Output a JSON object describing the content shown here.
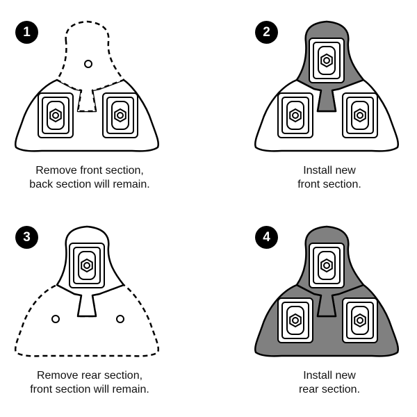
{
  "colors": {
    "stroke": "#000000",
    "filled": "#808080",
    "empty": "#ffffff",
    "text": "#111111"
  },
  "steps": [
    {
      "number": "1",
      "caption": [
        "Remove front section,",
        "back section will remain."
      ],
      "front": "removed",
      "rear": "kept"
    },
    {
      "number": "2",
      "caption": [
        "Install new",
        "front section."
      ],
      "front": "new",
      "rear": "kept"
    },
    {
      "number": "3",
      "caption": [
        "Remove rear section,",
        "front section will remain."
      ],
      "front": "kept",
      "rear": "removed"
    },
    {
      "number": "4",
      "caption": [
        "Install new",
        "rear section."
      ],
      "front": "new",
      "rear": "new"
    }
  ]
}
